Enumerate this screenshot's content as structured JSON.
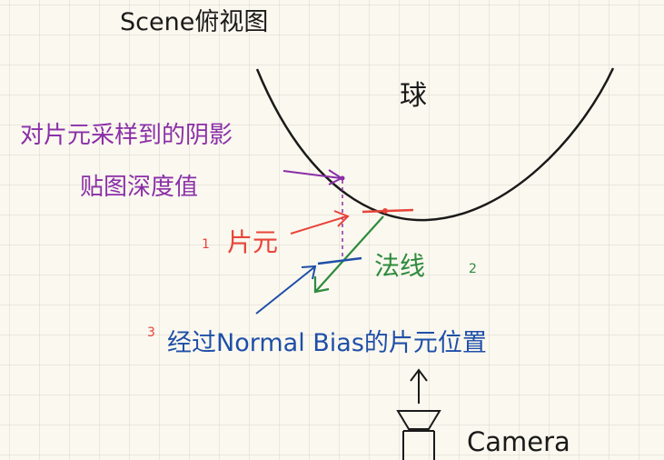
{
  "title": "Scene俯视图",
  "sphere_label": "球",
  "annotations": {
    "shadow_depth_line1": "对片元采样到的阴影",
    "shadow_depth_line2": "贴图深度值",
    "fragment_number": "1",
    "fragment_label": "片元",
    "normal_number": "2",
    "normal_label": "法线",
    "bias_number": "3",
    "bias_label": "经过Normal Bias的片元位置"
  },
  "camera_label": "Camera",
  "colors": {
    "background": "#fbf8ef",
    "grid": "#d9d6cc",
    "ink": "#1a1a1a",
    "red": "#e8443a",
    "purple": "#8a2fa8",
    "green": "#2e8b3e",
    "blue": "#1f4fa8"
  }
}
